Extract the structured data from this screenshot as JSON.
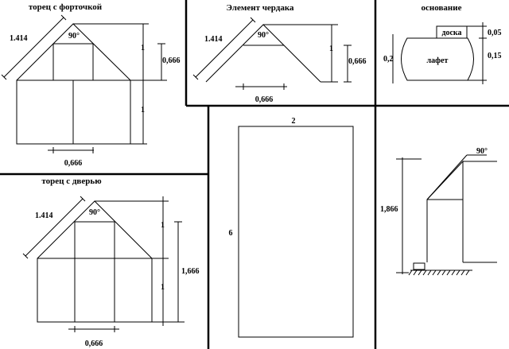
{
  "panels": {
    "window_gable": {
      "title": "торец с форточкой",
      "slope": "1.414",
      "angle": "90°",
      "dim_roof_height": "1",
      "dim_window": "0,666",
      "dim_wall_height": "1",
      "dim_base": "0,666"
    },
    "attic_element": {
      "title": "Элемент чердака",
      "slope": "1.414",
      "angle": "90°",
      "dim_height": "1",
      "dim_tie": "0,666",
      "dim_base": "0,666"
    },
    "foundation": {
      "title": "основание",
      "board_label": "доска",
      "carriage_label": "лафет",
      "dim_total": "0,2",
      "dim_board": "0,05",
      "dim_log": "0,15"
    },
    "wall": {
      "dim_width": "2",
      "dim_height": "6"
    },
    "door_gable": {
      "title": "торец с дверью",
      "slope": "1.414",
      "angle": "90°",
      "dim_roof_height": "1",
      "dim_wall_height": "1",
      "dim_total": "1,666",
      "dim_base": "0,666"
    },
    "side_section": {
      "angle": "90°",
      "dim_height": "1,866"
    }
  }
}
